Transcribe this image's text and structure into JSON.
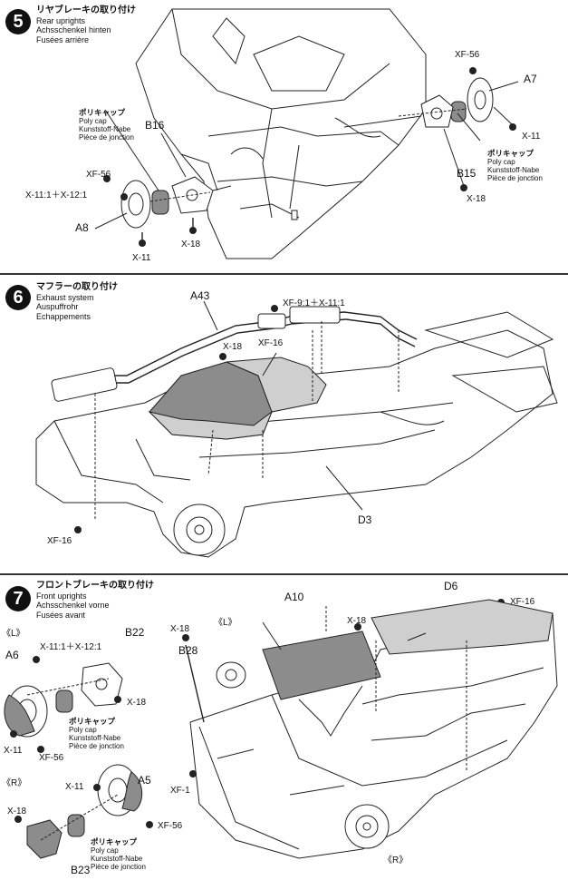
{
  "steps": [
    {
      "number": "5",
      "title_jp": "リヤブレーキの取り付け",
      "title_en": "Rear uprights",
      "title_de": "Achsschenkel hinten",
      "title_fr": "Fusées arrière",
      "labels": {
        "xf56_left": "XF-56",
        "x11_12": "X-11:1＋X-12:1",
        "a8": "A8",
        "x11_bottom": "X-11",
        "x18_left": "X-18",
        "b16": "B16",
        "xf56_right": "XF-56",
        "a7": "A7",
        "x11_right": "X-11",
        "b15": "B15",
        "x18_right": "X-18"
      },
      "polycap_left": [
        "ポリキャップ",
        "Poly cap",
        "Kunststoff-Nabe",
        "Pièce de jonction"
      ],
      "polycap_right": [
        "ポリキャップ",
        "Poly cap",
        "Kunststoff-Nabe",
        "Pièce de jonction"
      ]
    },
    {
      "number": "6",
      "title_jp": "マフラーの取り付け",
      "title_en": "Exhaust system",
      "title_de": "Auspuffrohr",
      "title_fr": "Echappements",
      "labels": {
        "a43": "A43",
        "xf9_x11": "XF-9:1＋X-11:1",
        "x18": "X-18",
        "xf16_top": "XF-16",
        "xf16_left": "XF-16",
        "d3": "D3"
      }
    },
    {
      "number": "7",
      "title_jp": "フロントブレーキの取り付け",
      "title_en": "Front uprights",
      "title_de": "Achsschenkel vorne",
      "title_fr": "Fusées avant",
      "labels": {
        "l_left": "《L》",
        "a6": "A6",
        "x11_12": "X-11:1＋X-12:1",
        "b22": "B22",
        "x18_l": "X-18",
        "x11_l": "X-11",
        "xf56_l": "XF-56",
        "r_left": "《R》",
        "x11_r": "X-11",
        "a5": "A5",
        "x18_r": "X-18",
        "xf56_r": "XF-56",
        "b23": "B23",
        "x18_top": "X-18",
        "b28": "B28",
        "l_mid": "《L》",
        "a10": "A10",
        "x18_mid": "X-18",
        "d6": "D6",
        "xf16": "XF-16",
        "xf1": "XF-1",
        "r_bottom": "《R》"
      },
      "polycap_l": [
        "ポリキャップ",
        "Poly cap",
        "Kunststoff-Nabe",
        "Pièce de jonction"
      ],
      "polycap_r": [
        "ポリキャップ",
        "Poly cap",
        "Kunststoff-Nabe",
        "Pièce de jonction"
      ]
    }
  ]
}
